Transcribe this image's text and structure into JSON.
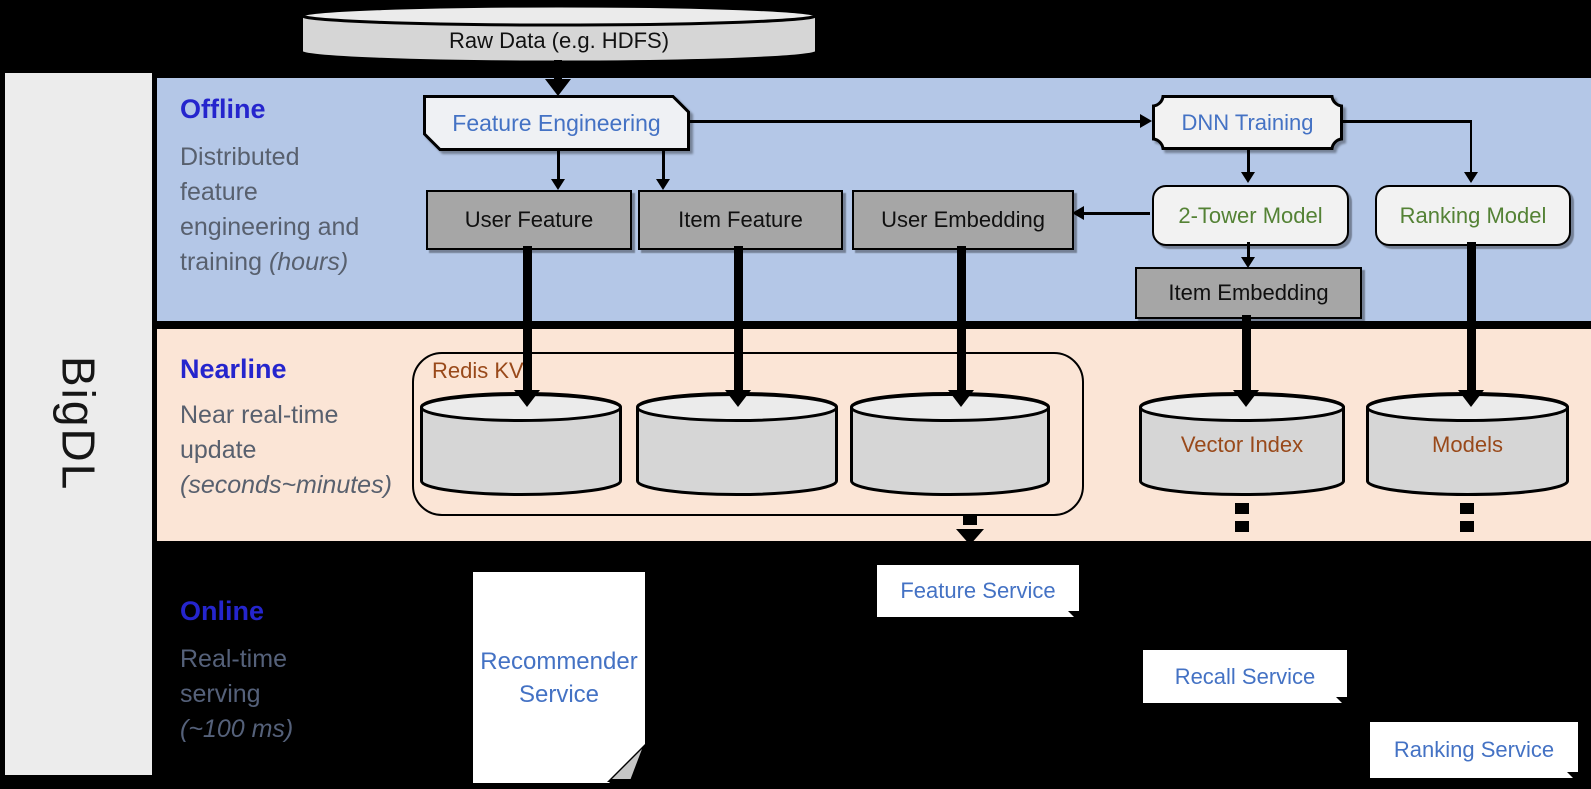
{
  "brand": "BigDL",
  "raw_data_label": "Raw Data (e.g. HDFS)",
  "sections": {
    "offline": {
      "title": "Offline",
      "line1": "Distributed",
      "line2": "feature",
      "line3": "engineering and",
      "line4_normal": "training ",
      "line4_italic": "(hours)"
    },
    "nearline": {
      "title": "Nearline",
      "line1": "Near real-time",
      "line2": "update",
      "line3_italic": "(seconds~minutes)"
    },
    "online": {
      "title": "Online",
      "line1": "Real-time",
      "line2": "serving",
      "line3_italic": "(~100 ms)"
    }
  },
  "nodes": {
    "feature_engineering": "Feature Engineering",
    "dnn_training": "DNN Training",
    "user_feature": "User Feature",
    "item_feature": "Item Feature",
    "user_embedding": "User Embedding",
    "two_tower_model": "2-Tower Model",
    "ranking_model": "Ranking Model",
    "item_embedding": "Item Embedding",
    "redis_kv": "Redis KV",
    "vector_index": "Vector Index",
    "models": "Models",
    "recommender_service": "Recommender Service",
    "feature_service": "Feature Service",
    "recall_service": "Recall Service",
    "ranking_service": "Ranking Service"
  },
  "colors": {
    "background": "#000000",
    "offline_band": "#b4c7e7",
    "nearline_band": "#fbe5d6",
    "sidebar": "#ececec",
    "section_title_blue": "#2525cd",
    "section_desc_gray": "#58606e",
    "node_text_blue": "#4472c4",
    "node_text_green": "#548235",
    "storage_text_brown": "#99491a",
    "gray_box_fill": "#a6a6a6",
    "light_box_fill": "#f2f2f2",
    "cylinder_fill": "#d6d6d6"
  }
}
